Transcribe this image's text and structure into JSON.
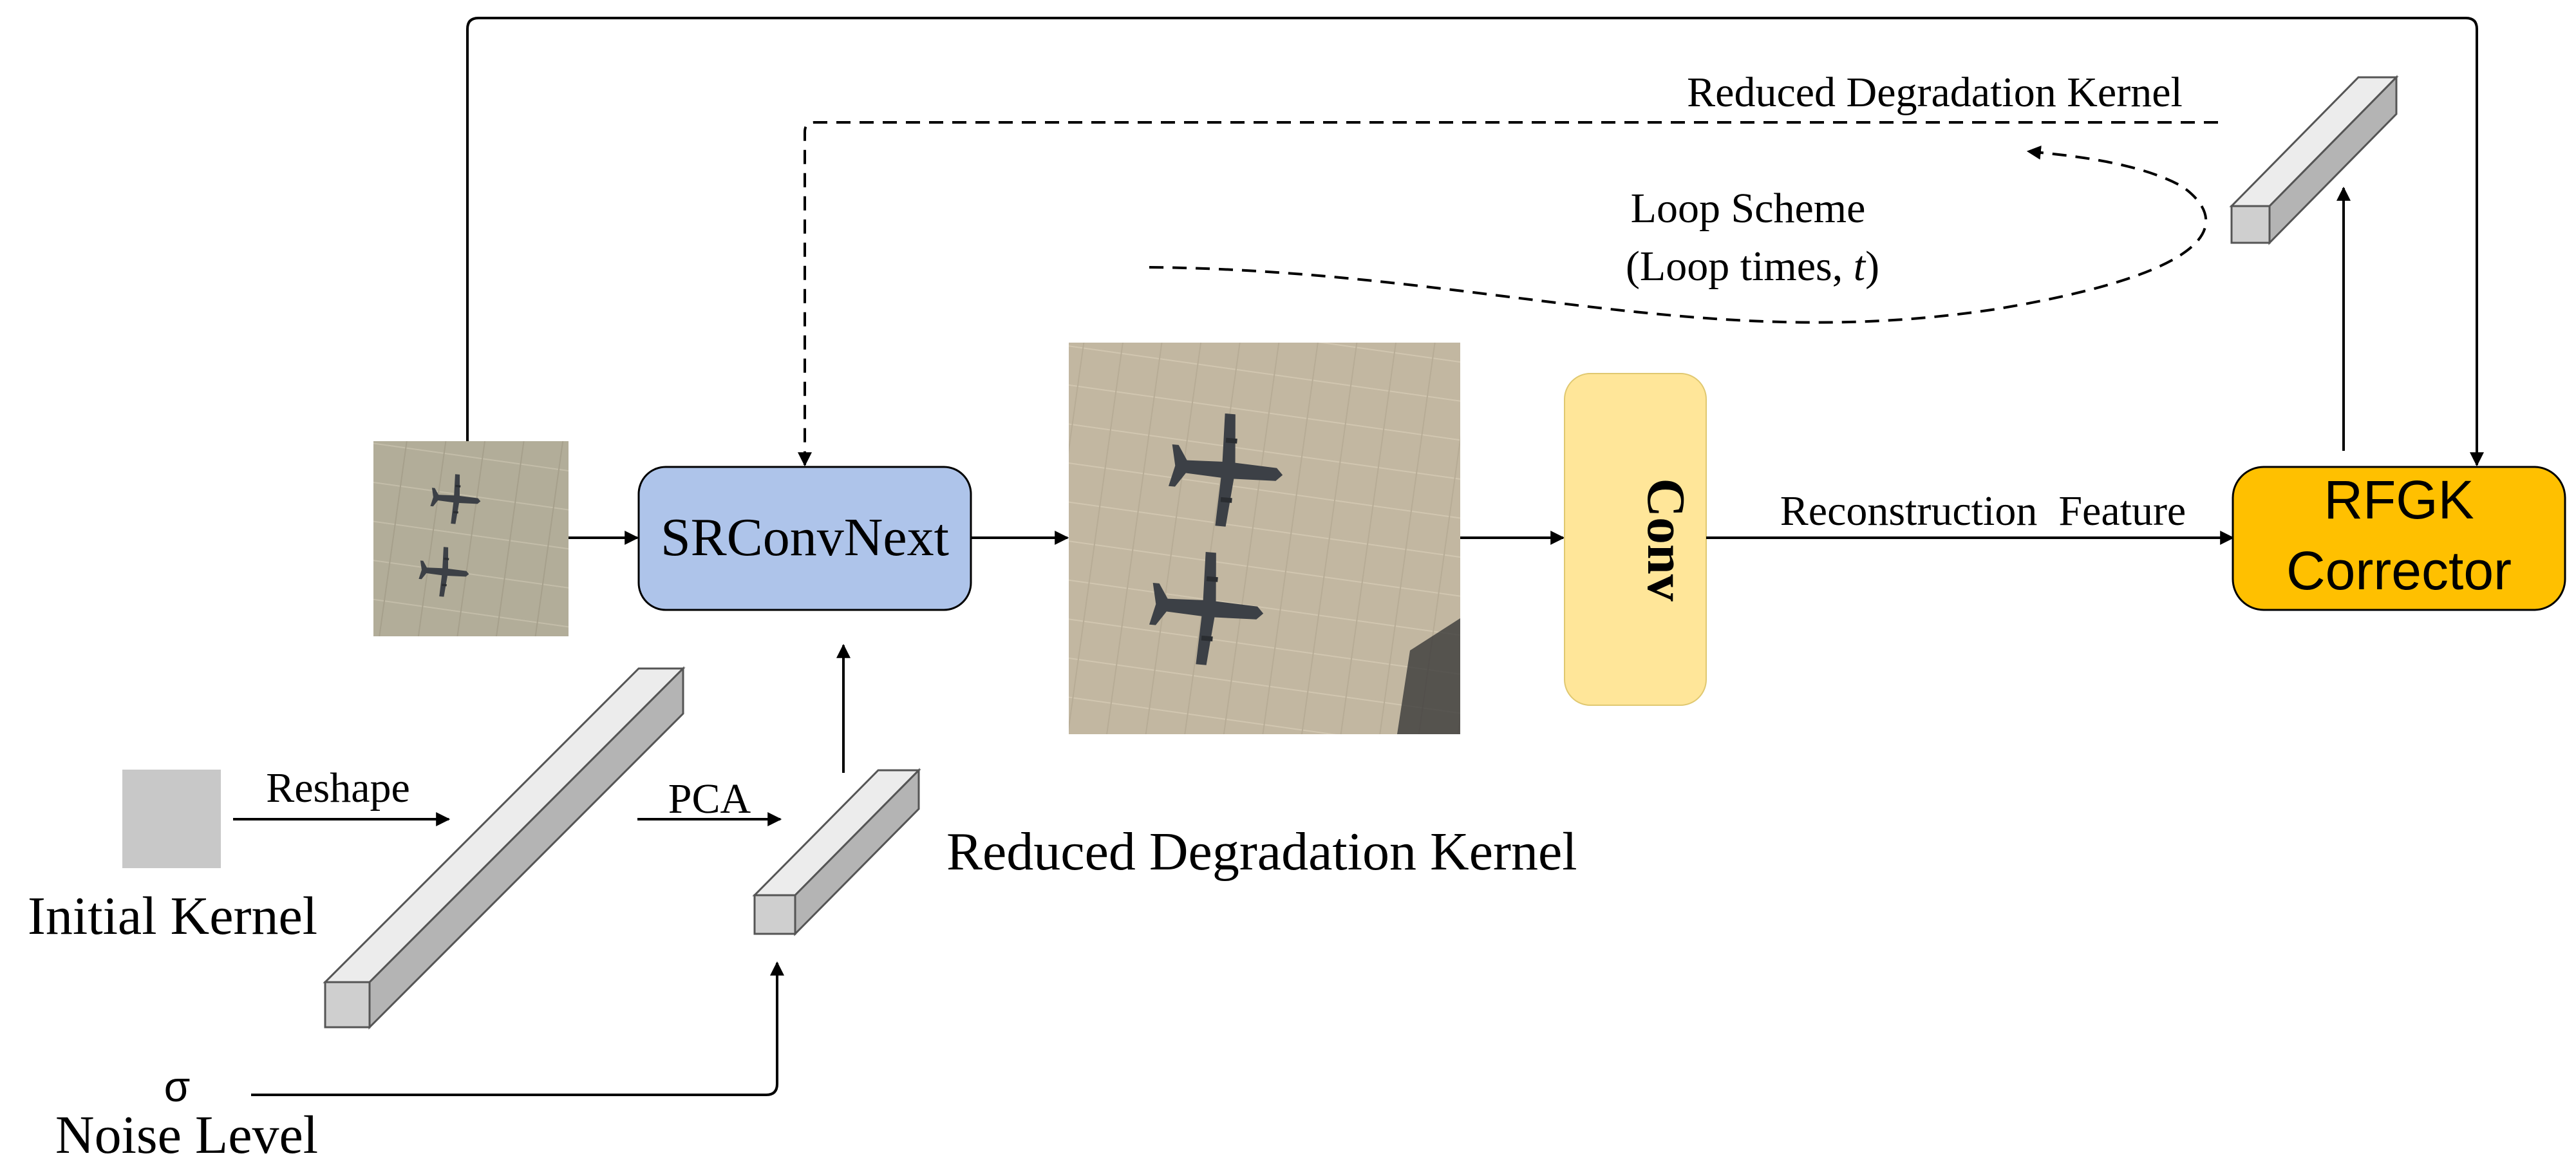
{
  "labels": {
    "reduced_kernel_top": "Reduced Degradation Kernel",
    "loop_scheme": "Loop Scheme",
    "loop_times_prefix": "(Loop times, ",
    "loop_times_var": "t",
    "loop_times_suffix": ")",
    "srconvnext": "SRConvNext",
    "conv": "Conv",
    "reconstruction_feature": "Reconstruction  Feature",
    "rfgk_line1": "RFGK",
    "rfgk_line2": "Corrector",
    "reshape": "Reshape",
    "pca": "PCA",
    "reduced_kernel_bottom": "Reduced Degradation Kernel",
    "initial_kernel": "Initial Kernel",
    "sigma": "σ",
    "noise_level": "Noise Level"
  },
  "colors": {
    "srconvnext_fill": "#aec4ea",
    "conv_fill": "#ffe699",
    "rfgk_fill": "#ffc000",
    "kernel_gray": "#c8c8c8",
    "tarmac": "#b7ad98",
    "line": "#000000"
  }
}
